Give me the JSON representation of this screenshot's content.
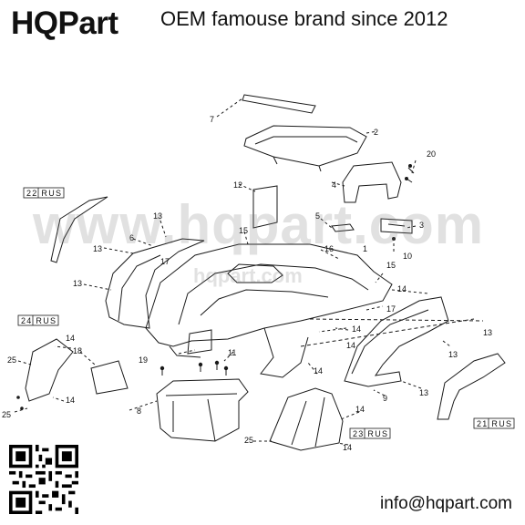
{
  "header": {
    "brand": "HQPart",
    "tagline": "OEM famouse brand since 2012"
  },
  "footer": {
    "email": "info@hqpart.com"
  },
  "watermark": {
    "main": "www.hqpart.com",
    "secondary": "hqpart.com"
  },
  "callouts": {
    "c1": "1",
    "c2": "2",
    "c3": "3",
    "c4": "4",
    "c5": "5",
    "c6": "6",
    "c7": "7",
    "c8": "8",
    "c9": "9",
    "c10": "10",
    "c11": "11",
    "c12": "12",
    "c13": "13",
    "c14": "14",
    "c15": "15",
    "c16": "16",
    "c17": "17",
    "c18": "18",
    "c19": "19",
    "c20": "20",
    "c25": "25"
  },
  "tags": {
    "t21": "21 RUS",
    "t22": "22 RUS",
    "t23": "23 RUS",
    "t24": "24 RUS"
  },
  "colors": {
    "line": "#1a1a1a",
    "watermark": "#9a9a9a"
  }
}
